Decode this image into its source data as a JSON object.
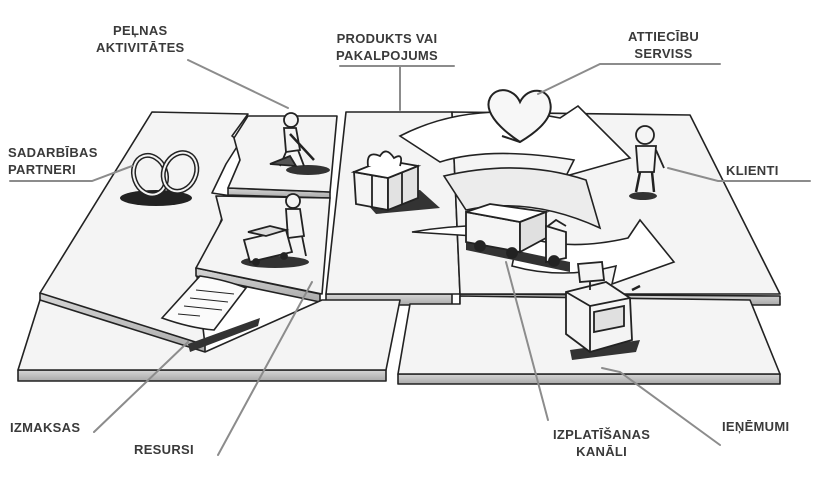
{
  "labels": {
    "key_activities": [
      "PEĻNAS",
      "AKTIVITĀTES"
    ],
    "value_proposition": [
      "PRODUKTS VAI",
      "PAKALPOJUMS"
    ],
    "customer_relationships": [
      "ATTIECĪBU",
      "SERVISS"
    ],
    "key_partners": [
      "SADARBĪBAS",
      "PARTNERI"
    ],
    "customer_segments": [
      "KLIENTI"
    ],
    "cost_structure": [
      "IZMAKSAS"
    ],
    "key_resources": [
      "RESURSI"
    ],
    "channels": [
      "IZPLATĪŠANAS",
      "KANĀLI"
    ],
    "revenue_streams": [
      "IEŅĒMUMI"
    ]
  },
  "colors": {
    "board_top": "#f4f4f4",
    "board_side": "#c8c8c8",
    "outline": "#222222",
    "leader_line": "#8c8c8c",
    "label_text": "#3a3a3a",
    "heart": "#f7f7f7"
  }
}
